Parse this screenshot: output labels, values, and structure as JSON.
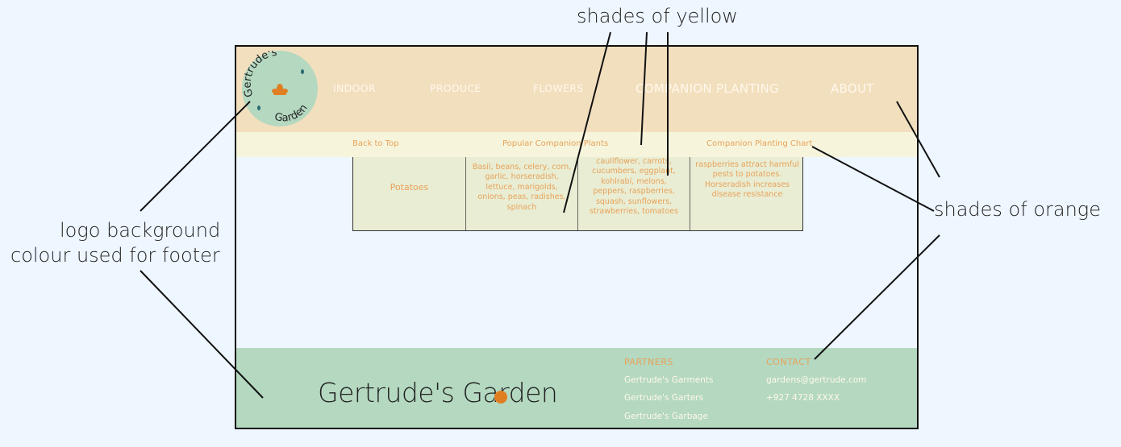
{
  "annotations": {
    "yellow": "shades of yellow",
    "orange": "shades of orange",
    "logo_line1": "logo background",
    "logo_line2": "colour used for footer"
  },
  "logo": {
    "line1": "Gertrude's",
    "line2": "Garden"
  },
  "nav": [
    {
      "label": "INDOOR"
    },
    {
      "label": "PRODUCE"
    },
    {
      "label": "FLOWERS"
    },
    {
      "label": "COMPANION PLANTING"
    },
    {
      "label": "ABOUT"
    }
  ],
  "subnav": [
    {
      "label": "Back to Top"
    },
    {
      "label": "Popular Companion Plants"
    },
    {
      "label": "Companion Planting Chart"
    }
  ],
  "table_row": [
    "Potatoes",
    "Basil, beans, celery, corn, garlic, horseradish, lettuce, marigolds, onions, peas, radishes, spinach",
    "brussel sprouts, cabbage, cauliflower, carrots, cucumbers, eggplant, kohlrabi, melons, peppers, raspberries, squash, sunflowers, strawberries, tomatoes",
    "Cucumbers, tomatoes and raspberries attract harmful pests to potatoes. Horseradish increases disease resistance"
  ],
  "footer": {
    "brand": "Gertrude's Garden",
    "partners_heading": "PARTNERS",
    "partners": [
      "Gertrude's Garments",
      "Gertrude's Garters",
      "Gertrude's Garbage"
    ],
    "contact_heading": "CONTACT",
    "email": "gardens@gertrude.com",
    "phone": "+927 4728 XXXX"
  },
  "colors": {
    "page_bg": "#eef6ff",
    "header": "#f2dfbe",
    "subnav": "#f6f5dc",
    "table": "#e9edd3",
    "logo_footer": "#b4d8c0",
    "accent_orange": "#e8a25a",
    "dot_orange": "#e07f22",
    "logo_teal": "#2b6a70"
  }
}
